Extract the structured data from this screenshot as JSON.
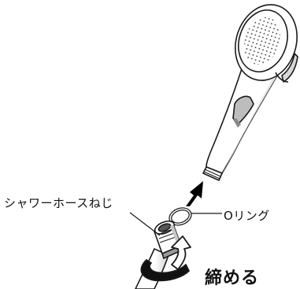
{
  "labels": {
    "hose_thread": "シャワーホースねじ",
    "o_ring": "Oリング",
    "tighten": "締める"
  },
  "parts": {
    "shower_head": "shower-head",
    "o_ring": "o-ring",
    "hose_nut": "hose-nut",
    "hose": "shower-hose"
  },
  "icons": {
    "insert_arrow": "arrow-up-right-icon",
    "tighten_arrow": "rotate-arrow-icon"
  },
  "colors": {
    "line": "#1a1a1a",
    "fill": "#ffffff",
    "shade": "#d8d8d8",
    "dark_shade": "#8a8a8a",
    "arrow": "#000000"
  }
}
